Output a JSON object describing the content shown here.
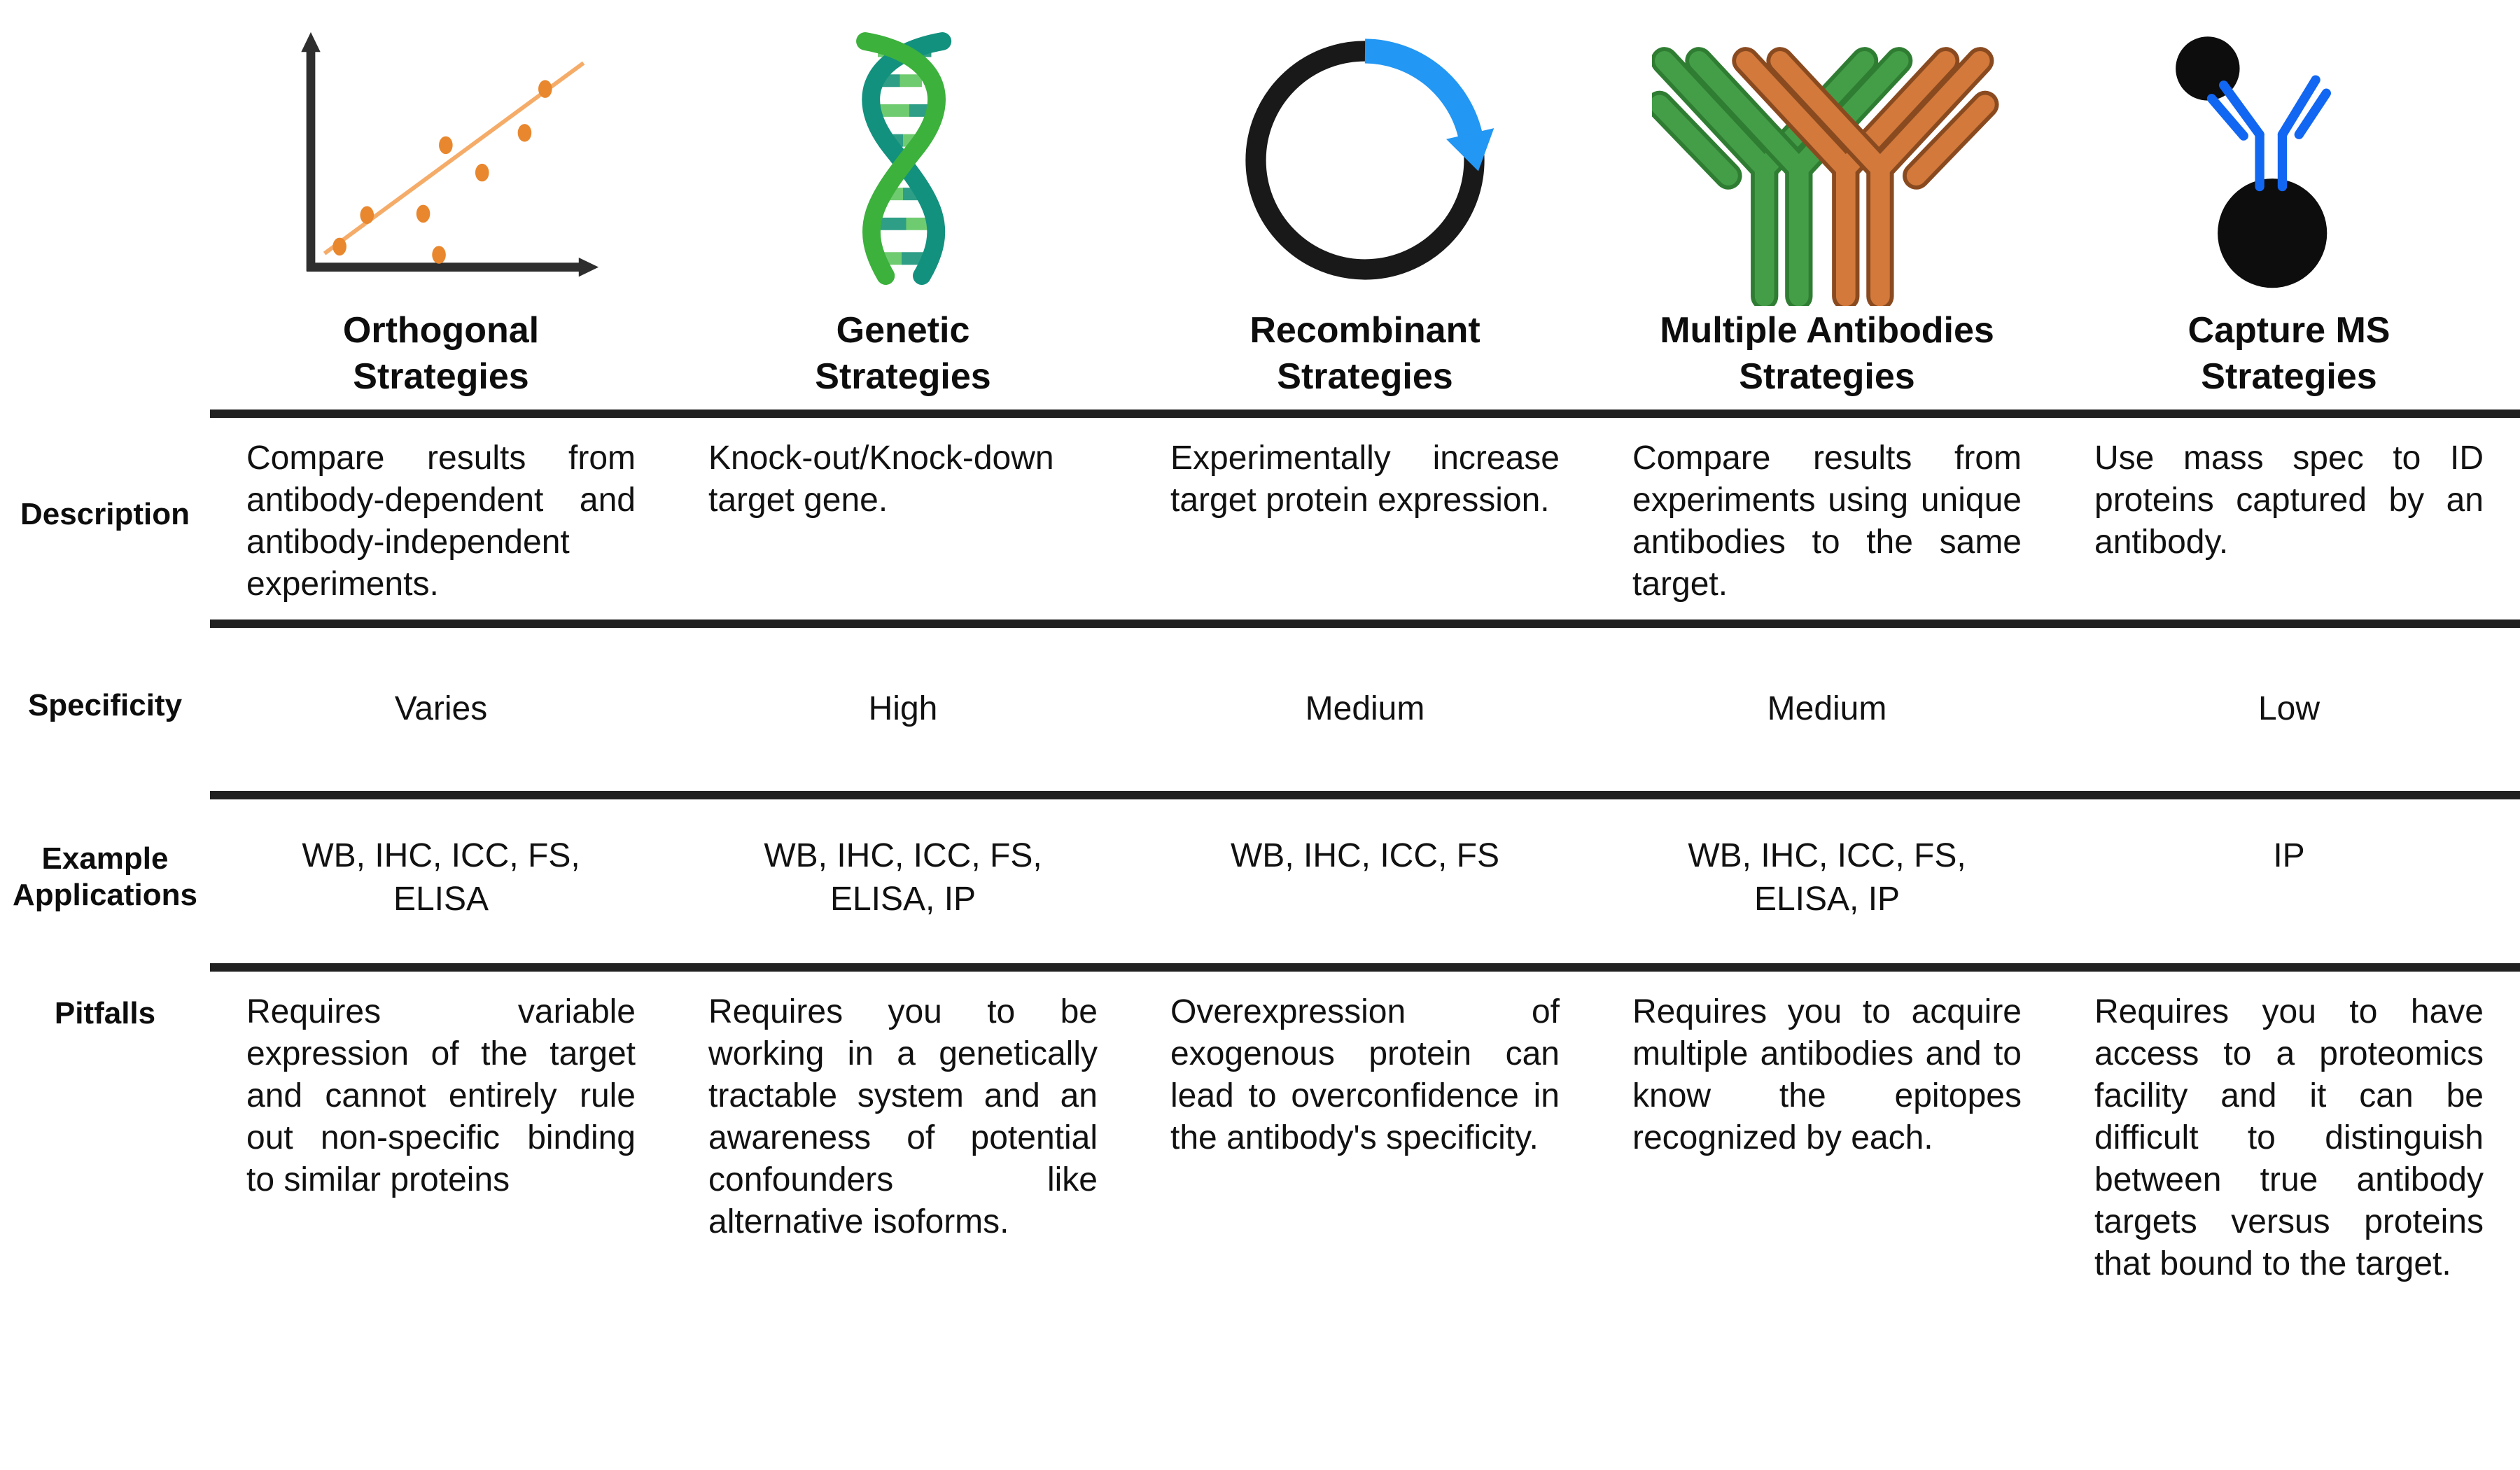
{
  "figure_title": "Antibody validation strategies comparison table",
  "colors": {
    "rule_line": "#212121",
    "text": "#111111",
    "scatter_dot_orange": "#E8872E",
    "scatter_trend_orange": "#F5AC69",
    "axis_black": "#2E2E2E",
    "dna_green": "#3CB13C",
    "dna_teal": "#12917E",
    "dna_rung_light_green": "#6FCB70",
    "dna_rung_teal": "#2E9E86",
    "plasmid_black": "#191919",
    "plasmid_blue": "#2297F3",
    "antibody_green": "#449E47",
    "antibody_green_outline": "#2F7D32",
    "antibody_orange": "#D2793B",
    "antibody_orange_outline": "#8A4A20",
    "capture_blue": "#1267F2",
    "capture_black": "#0D0D0D"
  },
  "row_labels": {
    "description": "Description",
    "specificity": "Specificity",
    "examples": "Example\nApplications",
    "pitfalls": "Pitfalls"
  },
  "columns": [
    {
      "icon": "scatter-plot-icon",
      "title": "Orthogonal\nStrategies",
      "description": "Compare results from antibody-dependent and antibody-independent experiments.",
      "specificity": "Varies",
      "examples": "WB, IHC, ICC, FS,\nELISA",
      "pitfalls": "Requires variable expression of the target and cannot entirely rule out non-specific binding to similar proteins"
    },
    {
      "icon": "dna-helix-icon",
      "title": "Genetic\nStrategies",
      "description": "Knock-out/Knock-down target gene.",
      "specificity": "High",
      "examples": "WB, IHC, ICC, FS,\nELISA, IP",
      "pitfalls": "Requires you to be working in a genetically tractable system and an awareness of potential confounders like alternative isoforms."
    },
    {
      "icon": "plasmid-icon",
      "title": "Recombinant\nStrategies",
      "description": "Experimentally increase target protein expression.",
      "specificity": "Medium",
      "examples": "WB, IHC, ICC, FS",
      "pitfalls": "Overexpression of exogenous protein can lead to overconfidence in the antibody's specificity."
    },
    {
      "icon": "antibodies-icon",
      "title": "Multiple Antibodies\nStrategies",
      "description": "Compare results from experiments using unique antibodies to the same target.",
      "specificity": "Medium",
      "examples": "WB, IHC, ICC, FS,\nELISA, IP",
      "pitfalls": "Requires you to acquire multiple antibodies and to know the epitopes recognized by each."
    },
    {
      "icon": "capture-ms-icon",
      "title": "Capture MS\nStrategies",
      "description": "Use mass spec to ID proteins captured by an antibody.",
      "specificity": "Low",
      "examples": "IP",
      "pitfalls": "Requires you to have access to a proteomics facility and it can be difficult to distinguish between true antibody targets versus proteins that bound to the target."
    }
  ]
}
